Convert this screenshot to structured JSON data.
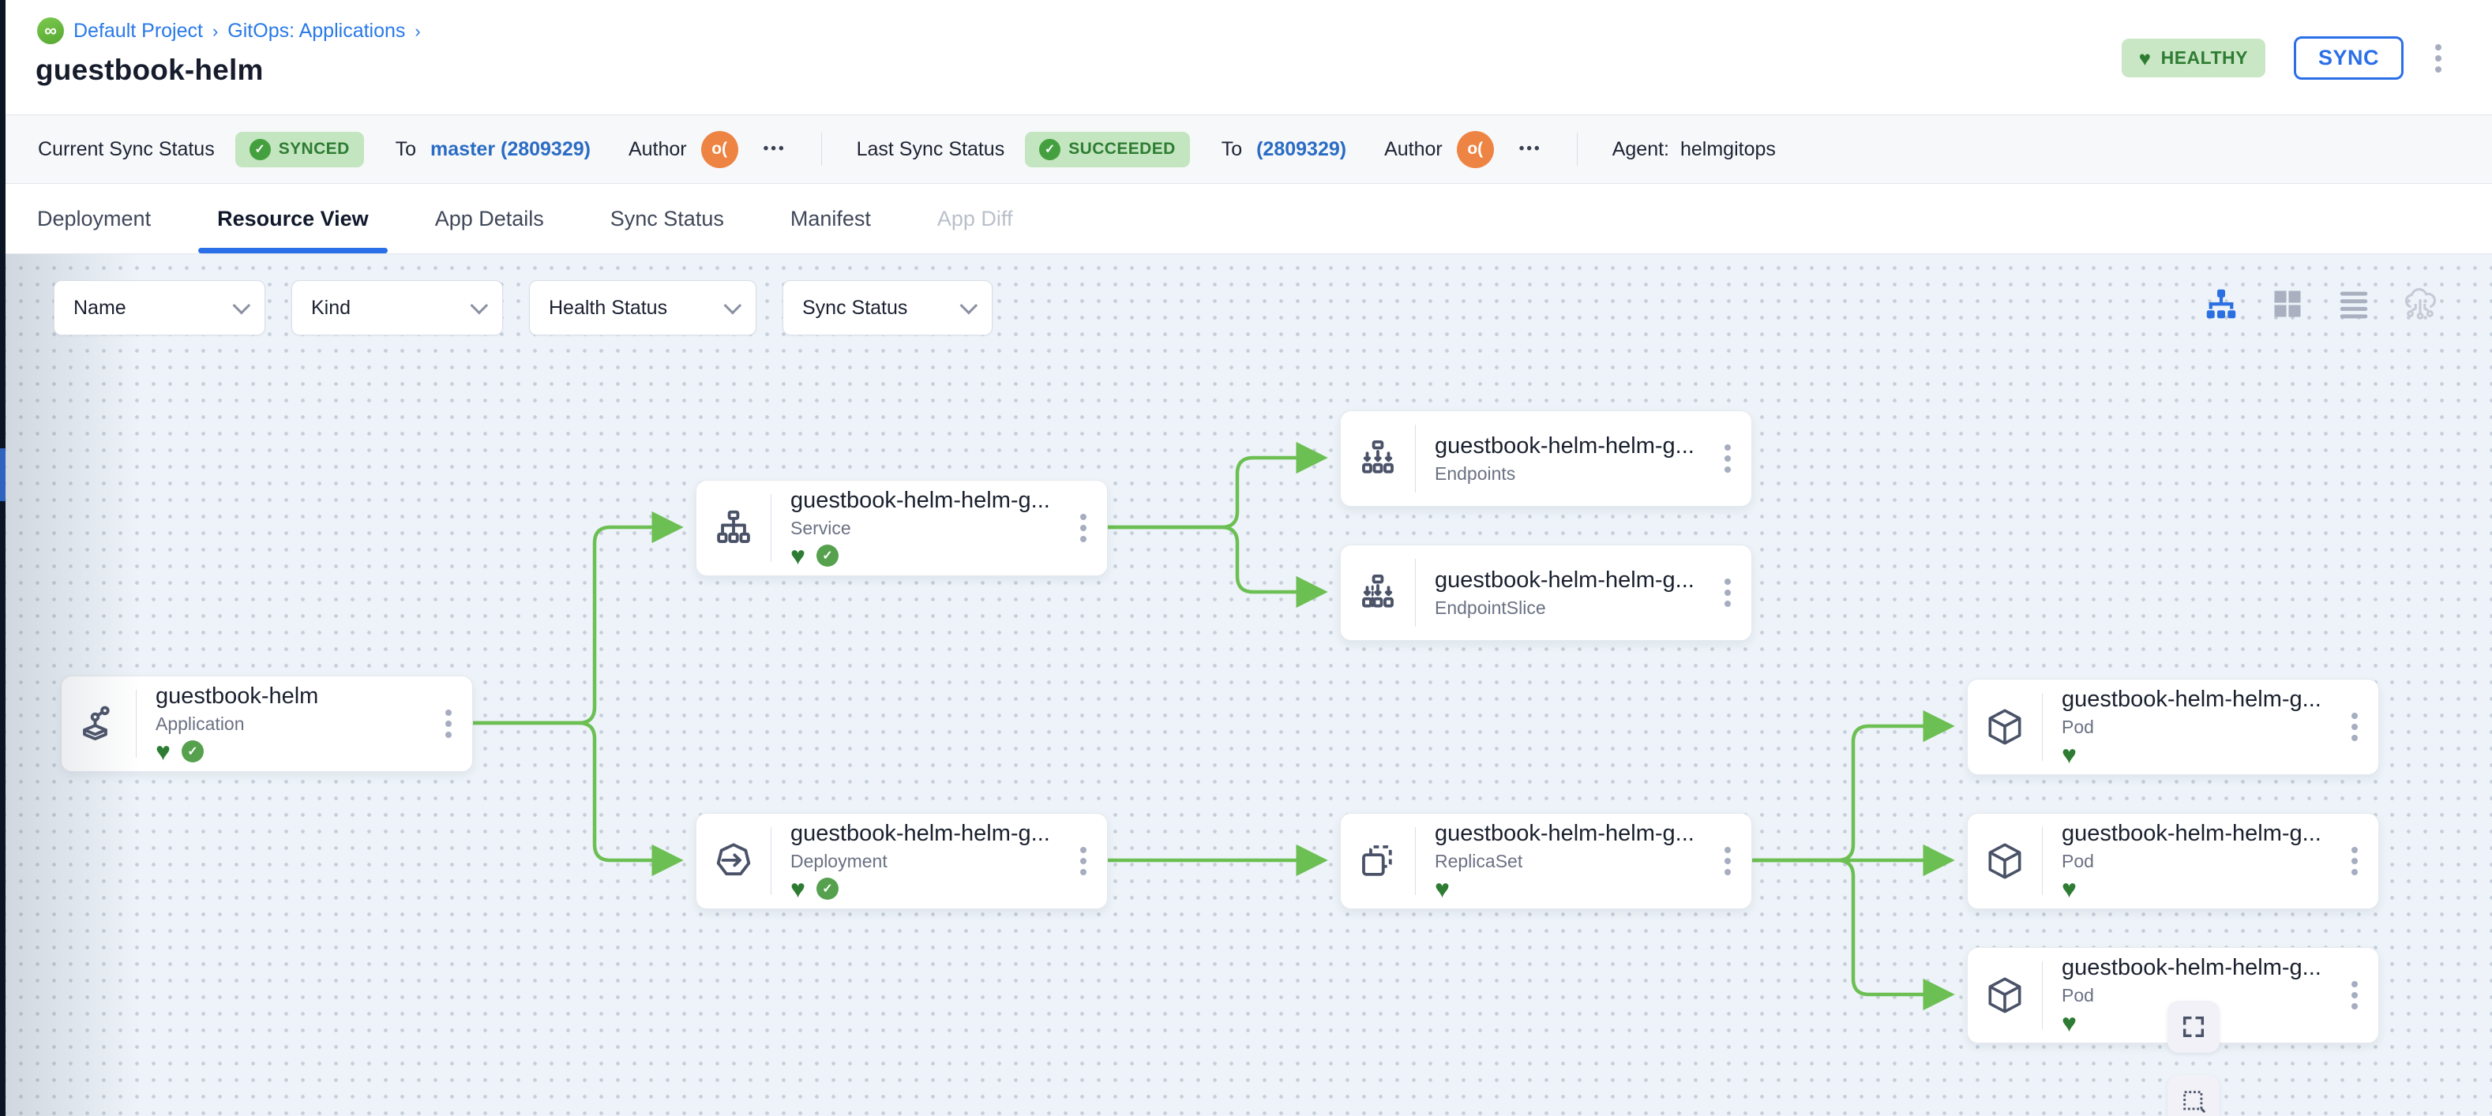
{
  "breadcrumb": {
    "logo_glyph": "∞",
    "separator": "›",
    "items": [
      "Default Project",
      "GitOps: Applications"
    ]
  },
  "page_title": "guestbook-helm",
  "header_actions": {
    "health_badge": "HEALTHY",
    "health_heart": "♥",
    "sync_button": "SYNC"
  },
  "status_bar": {
    "current_label": "Current Sync Status",
    "current_badge": "SYNCED",
    "to_label": "To",
    "current_revision": "master (2809329)",
    "author_label": "Author",
    "author_avatar": "o(",
    "more": "•••",
    "check_glyph": "✓",
    "last_label": "Last Sync Status",
    "last_badge": "SUCCEEDED",
    "last_revision": "(2809329)",
    "agent_label": "Agent:",
    "agent_value": "helmgitops"
  },
  "tabs": [
    {
      "label": "Deployment",
      "state": "normal"
    },
    {
      "label": "Resource View",
      "state": "active"
    },
    {
      "label": "App Details",
      "state": "normal"
    },
    {
      "label": "Sync Status",
      "state": "normal"
    },
    {
      "label": "Manifest",
      "state": "normal"
    },
    {
      "label": "App Diff",
      "state": "disabled"
    }
  ],
  "filters": [
    {
      "label": "Name"
    },
    {
      "label": "Kind"
    },
    {
      "label": "Health Status"
    },
    {
      "label": "Sync Status"
    }
  ],
  "view_toggles": [
    {
      "name": "tree-view",
      "active": true
    },
    {
      "name": "grid-view",
      "active": false
    },
    {
      "name": "list-view",
      "active": false
    },
    {
      "name": "cloud-view",
      "active": false
    }
  ],
  "graph": {
    "nodes": [
      {
        "name": "guestbook-helm",
        "kind": "Application",
        "healthy": true,
        "synced": true
      },
      {
        "name": "guestbook-helm-helm-g...",
        "kind": "Service",
        "healthy": true,
        "synced": true
      },
      {
        "name": "guestbook-helm-helm-g...",
        "kind": "Endpoints",
        "healthy": false,
        "synced": false
      },
      {
        "name": "guestbook-helm-helm-g...",
        "kind": "EndpointSlice",
        "healthy": false,
        "synced": false
      },
      {
        "name": "guestbook-helm-helm-g...",
        "kind": "Deployment",
        "healthy": true,
        "synced": true
      },
      {
        "name": "guestbook-helm-helm-g...",
        "kind": "ReplicaSet",
        "healthy": true,
        "synced": false
      },
      {
        "name": "guestbook-helm-helm-g...",
        "kind": "Pod",
        "healthy": true,
        "synced": false
      },
      {
        "name": "guestbook-helm-helm-g...",
        "kind": "Pod",
        "healthy": true,
        "synced": false
      },
      {
        "name": "guestbook-helm-helm-g...",
        "kind": "Pod",
        "healthy": true,
        "synced": false
      }
    ],
    "status_glyphs": {
      "heart": "♥",
      "check": "✓"
    }
  },
  "colors": {
    "accent_blue": "#2b6fe8",
    "edge_green": "#6cbf53",
    "healthy_green": "#2e7c33",
    "badge_bg": "#c6e6c2",
    "avatar_orange": "#ee8443",
    "canvas_bg": "#edf3f8"
  }
}
